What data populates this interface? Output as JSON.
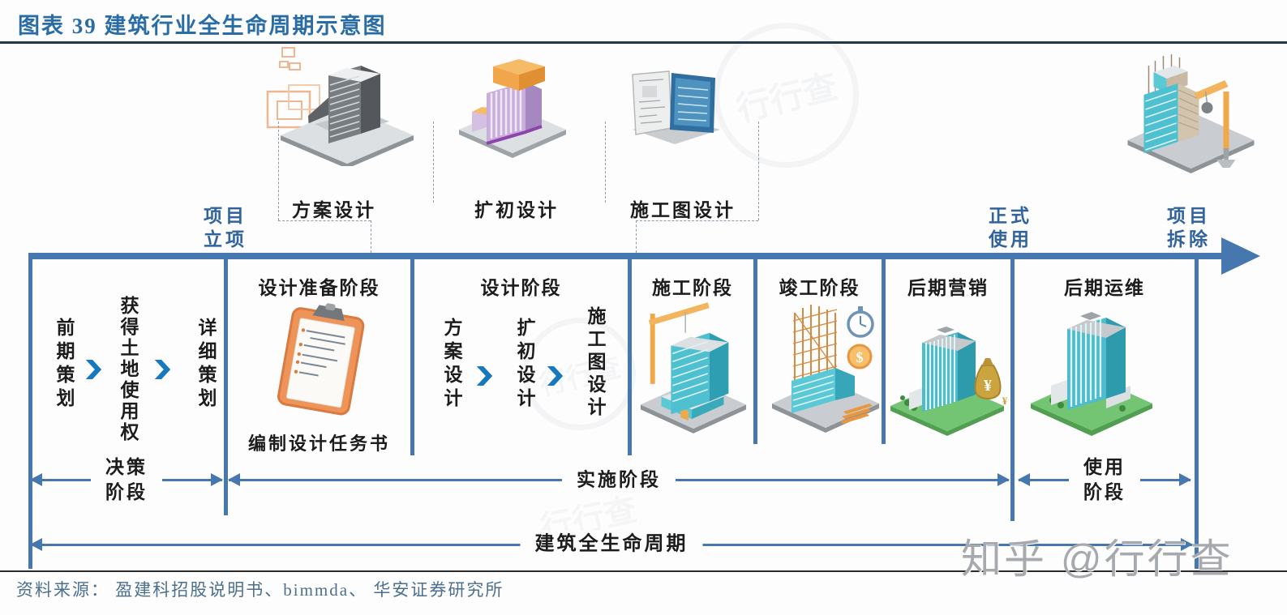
{
  "header": {
    "title": "图表 39 建筑行业全生命周期示意图"
  },
  "milestones": {
    "initiation": [
      "项目",
      "立项"
    ],
    "official_use": [
      "正式",
      "使用"
    ],
    "demolition": [
      "项目",
      "拆除"
    ]
  },
  "design_annotations": {
    "schematic": "方案设计",
    "preliminary": "扩初设计",
    "construction_drawing": "施工图设计"
  },
  "timeline_phases": {
    "design_prep": "设计准备阶段",
    "design": "设计阶段",
    "construction": "施工阶段",
    "completion": "竣工阶段",
    "marketing": "后期营销",
    "operation": "后期运维"
  },
  "decision_flow": [
    "前期策划",
    "获得土地使用权",
    "详细策划"
  ],
  "design_flow": [
    "方案设计",
    "扩初设计",
    "施工图设计"
  ],
  "design_prep_note": "编制设计任务书",
  "stage_spans": {
    "decision": [
      "决策",
      "阶段"
    ],
    "implementation": "实施阶段",
    "use": [
      "使用",
      "阶段"
    ],
    "lifecycle": "建筑全生命周期"
  },
  "footer": {
    "source": "资料来源： 盈建科招股说明书、bimmda、 华安证券研究所"
  },
  "watermarks": {
    "zhihu": "知乎 @行行查",
    "brand": "行行查"
  },
  "glyphs": {
    "dollar": "$",
    "yuan": "¥"
  },
  "colors": {
    "title_blue": "#2A6DA6",
    "line_blue": "#4677AE",
    "milestone_blue": "#31639C",
    "chevron_blue": "#1878BE",
    "building_teal": "#4FC0CF",
    "accent_orange": "#E8973F",
    "lawn_green": "#73C473",
    "source_text": "#4C6F8E"
  }
}
